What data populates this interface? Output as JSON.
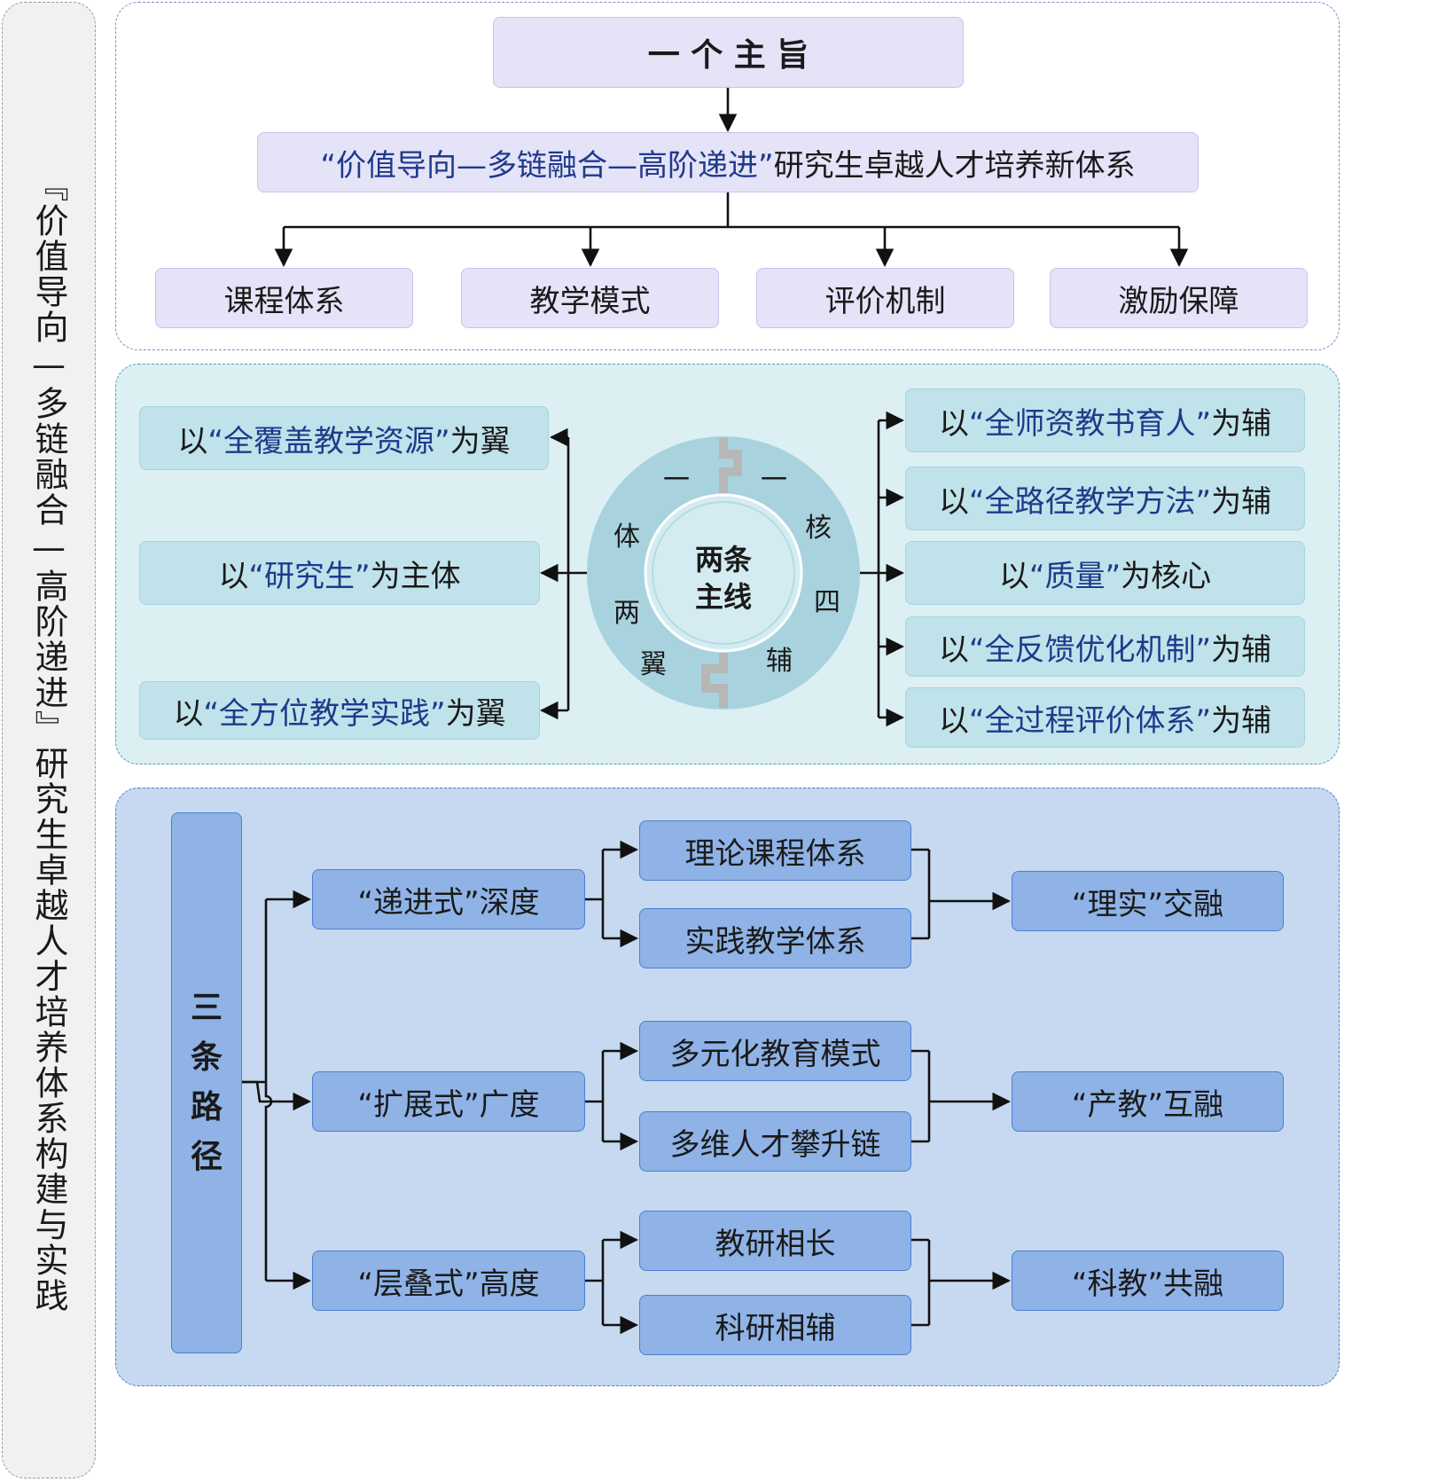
{
  "side_title": "『价值导向—多链融合—高阶递进』研究生卓越人才培养体系构建与实践",
  "section1": {
    "main_purpose": "一 个 主 旨",
    "system": {
      "quoted": "“价值导向—多链融合—高阶递进”",
      "rest": "研究生卓越人才培养新体系"
    },
    "branches": [
      "课程体系",
      "教学模式",
      "评价机制",
      "激励保障"
    ]
  },
  "section2": {
    "center_label_1": "两条",
    "center_label_2": "主线",
    "ring_labels": [
      "一",
      "一",
      "体",
      "两",
      "翼",
      "核",
      "四",
      "辅"
    ],
    "left_items": [
      {
        "prefix": "以",
        "quoted": "“全覆盖教学资源”",
        "suffix": "为翼"
      },
      {
        "prefix": "以",
        "quoted": "“研究生”",
        "suffix": "为主体"
      },
      {
        "prefix": "以",
        "quoted": "“全方位教学实践”",
        "suffix": "为翼"
      }
    ],
    "right_items": [
      {
        "prefix": "以",
        "quoted": "“全师资教书育人”",
        "suffix": "为辅"
      },
      {
        "prefix": "以",
        "quoted": "“全路径教学方法”",
        "suffix": "为辅"
      },
      {
        "prefix": "以",
        "quoted": "“质量”",
        "suffix": "为核心"
      },
      {
        "prefix": "以",
        "quoted": "“全反馈优化机制”",
        "suffix": "为辅"
      },
      {
        "prefix": "以",
        "quoted": "“全过程评价体系”",
        "suffix": "为辅"
      }
    ]
  },
  "section3": {
    "paths_label": [
      "三",
      "条",
      "路",
      "径"
    ],
    "rows": [
      {
        "path": "“递进式”深度",
        "items": [
          "理论课程体系",
          "实践教学体系"
        ],
        "result": "“理实”交融"
      },
      {
        "path": "“扩展式”广度",
        "items": [
          "多元化教育模式",
          "多维人才攀升链"
        ],
        "result": "“产教”互融"
      },
      {
        "path": "“层叠式”高度",
        "items": [
          "教研相长",
          "科研相辅"
        ],
        "result": "“科教”共融"
      }
    ]
  },
  "colors": {
    "purple_box": "#e4e3f8",
    "teal_box": "#c0e2ea",
    "blue_box": "#8fb3e6",
    "quote_blue": "#1f3a8a"
  }
}
